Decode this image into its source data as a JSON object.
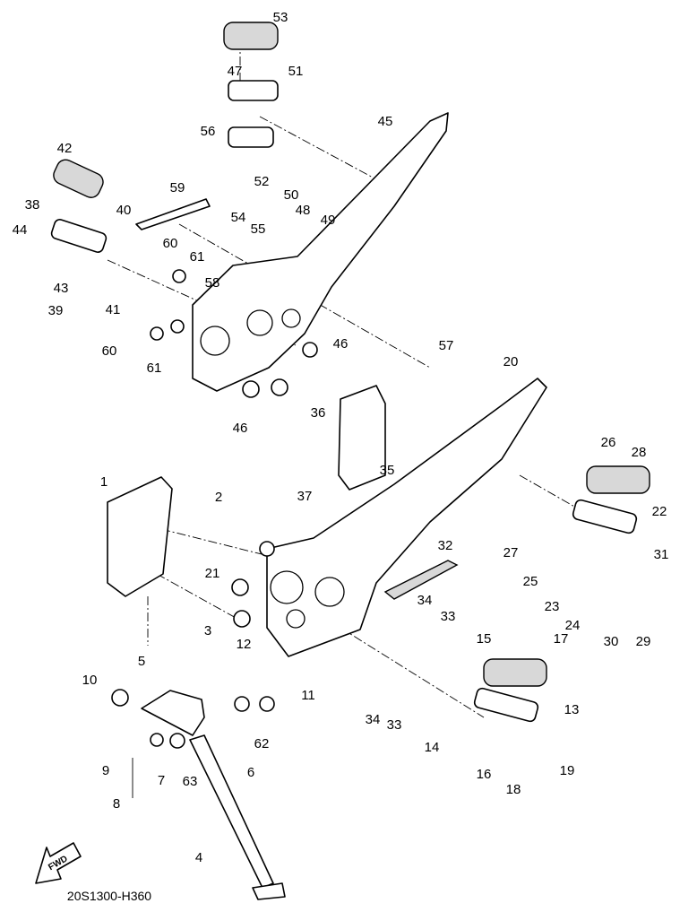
{
  "diagram": {
    "figure_code": "20S1300-H360",
    "direction_marker": "FWD",
    "callouts": [
      "53",
      "47",
      "51",
      "45",
      "56",
      "52",
      "50",
      "48",
      "49",
      "42",
      "59",
      "40",
      "38",
      "44",
      "54",
      "55",
      "60",
      "61",
      "58",
      "43",
      "39",
      "41",
      "60",
      "61",
      "46",
      "57",
      "20",
      "46",
      "36",
      "35",
      "37",
      "26",
      "28",
      "22",
      "1",
      "2",
      "21",
      "32",
      "27",
      "31",
      "25",
      "23",
      "24",
      "30",
      "29",
      "3",
      "34",
      "33",
      "12",
      "15",
      "17",
      "5",
      "10",
      "11",
      "34",
      "33",
      "13",
      "62",
      "14",
      "9",
      "7",
      "63",
      "6",
      "16",
      "19",
      "18",
      "8",
      "4"
    ]
  }
}
